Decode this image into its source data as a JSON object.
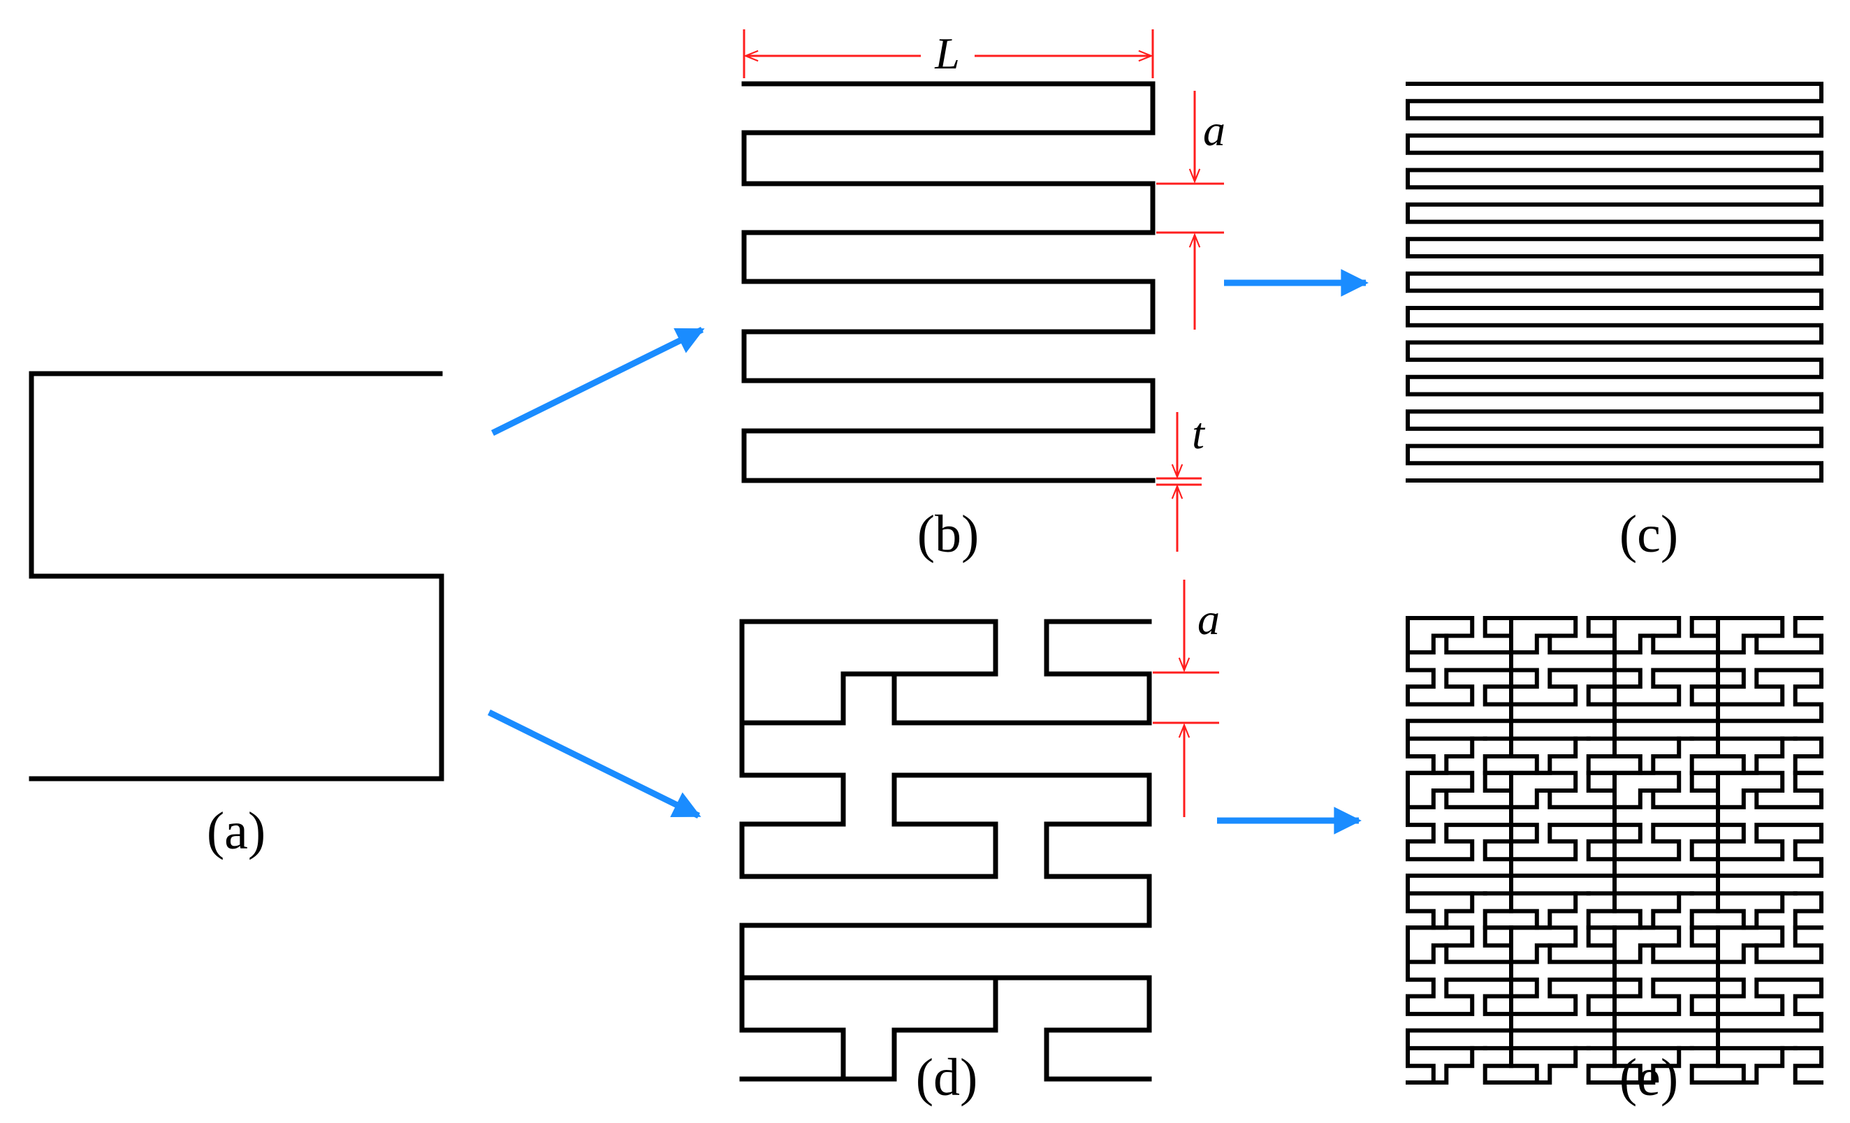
{
  "captions": {
    "a": "(a)",
    "b": "(b)",
    "c": "(c)",
    "d": "(d)",
    "e": "(e)"
  },
  "dimension_labels": {
    "length": "L",
    "spacing_b": "a",
    "thickness": "t",
    "spacing_d": "a"
  },
  "colors": {
    "shape": "#000000",
    "dimension": "#ff1e1e",
    "flow_arrow": "#1a8cff"
  },
  "flow_arrows": [
    "a-to-b",
    "a-to-d",
    "b-to-c",
    "d-to-e"
  ]
}
